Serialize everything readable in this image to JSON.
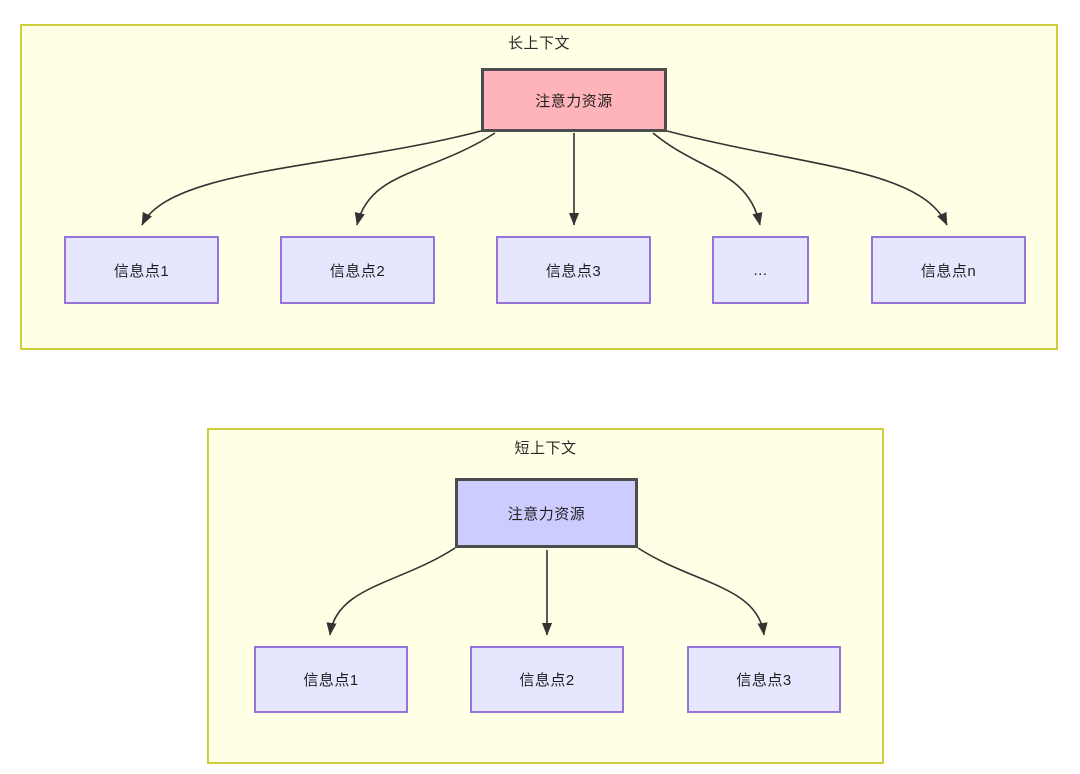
{
  "diagram": {
    "title_long": "长上下文",
    "title_short": "短上下文",
    "panels": [
      {
        "id": "long-context",
        "title": "长上下文",
        "source": {
          "label": "注意力资源",
          "fill": "#ffb3ba",
          "stroke": "#4d4d4d"
        },
        "targets": [
          {
            "label": "信息点1"
          },
          {
            "label": "信息点2"
          },
          {
            "label": "信息点3"
          },
          {
            "label": "..."
          },
          {
            "label": "信息点n"
          }
        ],
        "target_style": {
          "fill": "#e6e6ff",
          "stroke": "#9673d6"
        },
        "edge_count": 5,
        "panel_fill": "#ffffe6",
        "panel_stroke": "#cdcd3f"
      },
      {
        "id": "short-context",
        "title": "短上下文",
        "source": {
          "label": "注意力资源",
          "fill": "#ccccff",
          "stroke": "#4d4d4d"
        },
        "targets": [
          {
            "label": "信息点1"
          },
          {
            "label": "信息点2"
          },
          {
            "label": "信息点3"
          }
        ],
        "target_style": {
          "fill": "#e6e6ff",
          "stroke": "#9673d6"
        },
        "edge_count": 3,
        "panel_fill": "#ffffe6",
        "panel_stroke": "#cdcd3f"
      }
    ],
    "edge_color": "#333333",
    "background": "#ffffff"
  }
}
